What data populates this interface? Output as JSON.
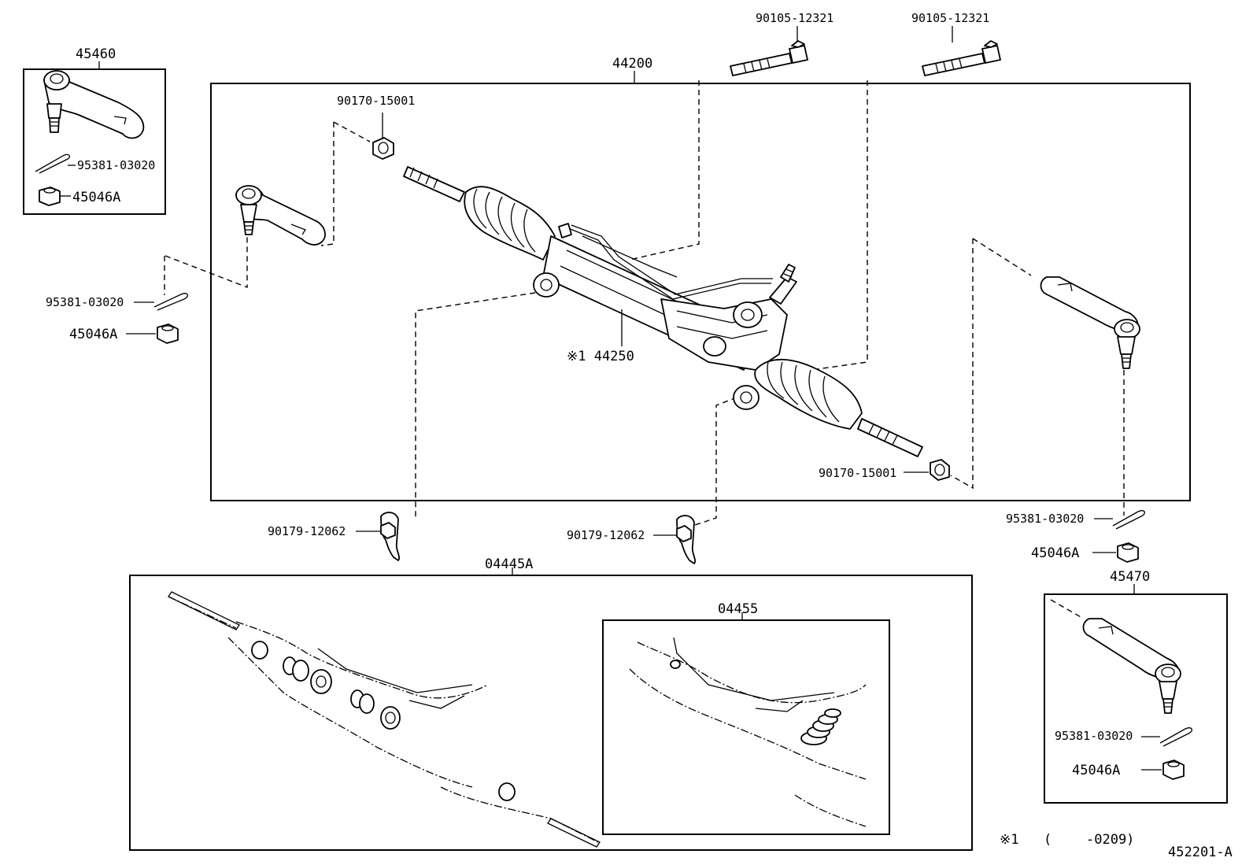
{
  "diagram_code": "452201-A",
  "footnote": {
    "mark": "※1",
    "open": "(",
    "range": "-0209)"
  },
  "groups": {
    "steering_assy": "44200",
    "tie_rod_end_lh_box": "45460",
    "tie_rod_end_rh_box": "45470",
    "gasket_kit": "04445A",
    "seal_kit": "04455"
  },
  "parts": {
    "bolt_left": "90105-12321",
    "bolt_right": "90105-12321",
    "nut_upper": "90170-15001",
    "nut_lower": "90170-15001",
    "rack_housing": "※1 44250",
    "bracket_left": "90179-12062",
    "bracket_right": "90179-12062",
    "cotter_pin_box_lh": "95381-03020",
    "nut_box_lh": "45046A",
    "cotter_pin_left": "95381-03020",
    "nut_left": "45046A",
    "cotter_pin_right": "95381-03020",
    "nut_right": "45046A",
    "cotter_pin_box_rh": "95381-03020",
    "nut_box_rh": "45046A"
  }
}
